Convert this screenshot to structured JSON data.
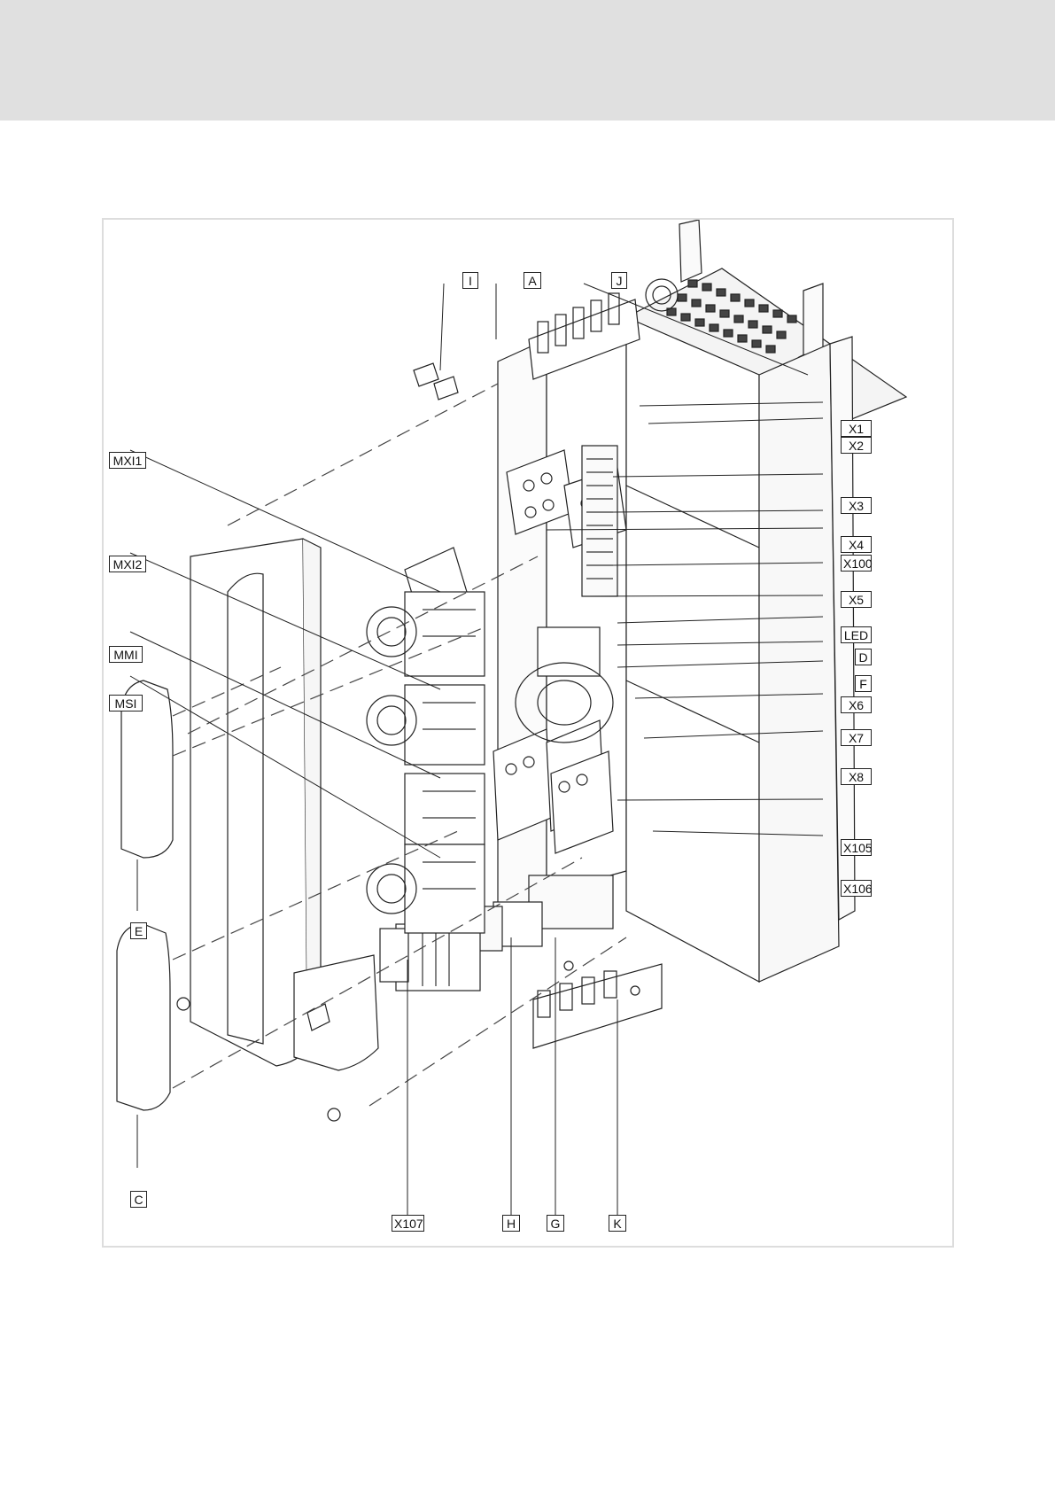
{
  "callouts": {
    "I": "I",
    "A": "A",
    "J": "J",
    "X1": "X1",
    "X2": "X2",
    "X3": "X3",
    "X4": "X4",
    "X100": "X100",
    "X5": "X5",
    "LED": "LED",
    "D": "D",
    "F": "F",
    "X6": "X6",
    "X7": "X7",
    "X8": "X8",
    "X105": "X105",
    "X106": "X106",
    "MXI1": "MXI1",
    "MXI2": "MXI2",
    "MMI": "MMI",
    "MSI": "MSI",
    "E": "E",
    "C": "C",
    "X107": "X107",
    "H": "H",
    "G": "G",
    "K": "K"
  }
}
